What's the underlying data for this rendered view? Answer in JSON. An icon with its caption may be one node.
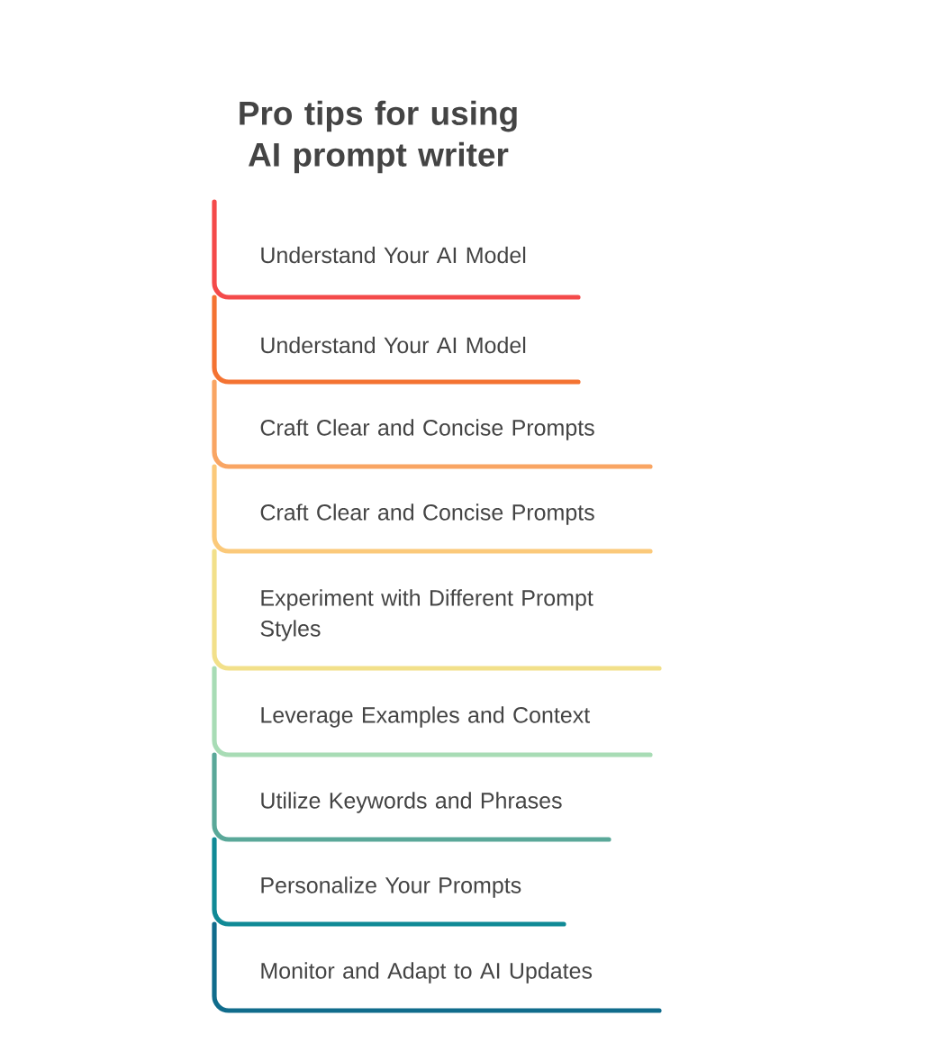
{
  "diagram": {
    "title": "Pro tips for using AI prompt writer",
    "nodes": [
      {
        "text": [
          "Understand Your AI Model"
        ]
      },
      {
        "text": [
          "Understand Your AI Model"
        ]
      },
      {
        "text": [
          "Craft Clear and Concise Prompts"
        ]
      },
      {
        "text": [
          "Craft Clear and Concise Prompts"
        ]
      },
      {
        "text": [
          "Experiment with Different Prompt Styles"
        ]
      },
      {
        "text": [
          "Leverage Examples and Context"
        ]
      },
      {
        "text": [
          "Utilize Keywords and Phrases"
        ]
      },
      {
        "text": [
          "Personalize Your Prompts"
        ]
      },
      {
        "text": [
          "Monitor and Adapt to AI Updates"
        ]
      }
    ]
  }
}
